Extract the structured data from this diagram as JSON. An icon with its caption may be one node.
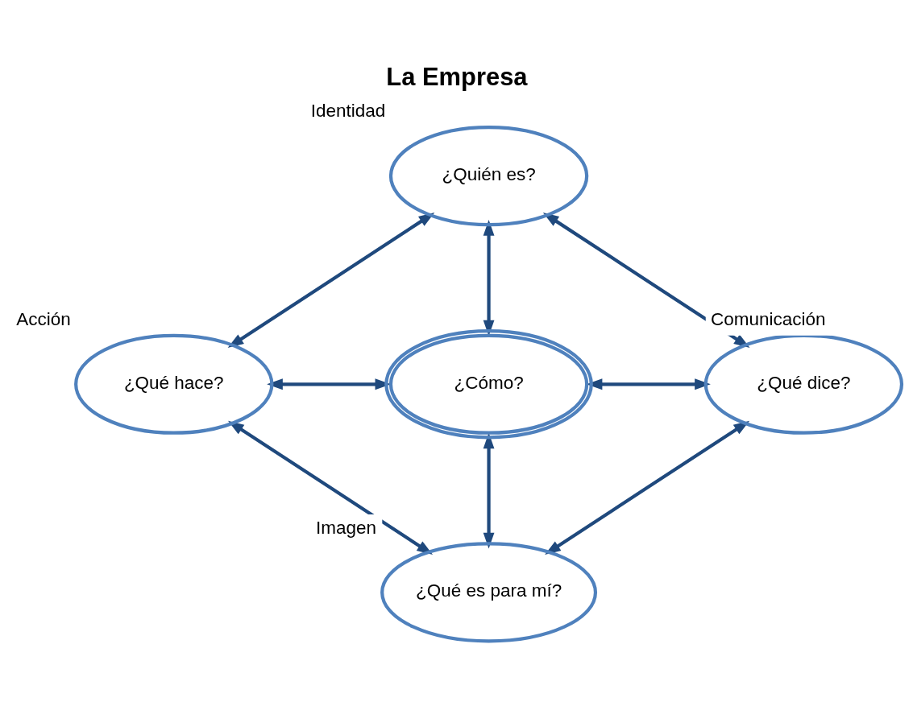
{
  "diagram": {
    "title": "La Empresa",
    "nodes": [
      {
        "text": [
          "¿Quién es?"
        ],
        "beside": [
          "Identidad"
        ]
      },
      {
        "text": [
          "¿Qué hace?"
        ],
        "beside": [
          "Acción"
        ]
      },
      {
        "text": [
          "¿Cómo?"
        ]
      },
      {
        "text": [
          "¿Qué dice?"
        ],
        "beside": [
          "Comunicación"
        ]
      },
      {
        "text": [
          "¿Qué es para mí?"
        ],
        "beside": [
          "Imagen"
        ]
      }
    ],
    "edges": [
      {
        "from": 0,
        "to": 1,
        "arrow": "both"
      },
      {
        "from": 0,
        "to": 2,
        "arrow": "both"
      },
      {
        "from": 0,
        "to": 3,
        "arrow": "both"
      },
      {
        "from": 1,
        "to": 2,
        "arrow": "both"
      },
      {
        "from": 2,
        "to": 3,
        "arrow": "both"
      },
      {
        "from": 1,
        "to": 4,
        "arrow": "both"
      },
      {
        "from": 2,
        "to": 4,
        "arrow": "both"
      },
      {
        "from": 3,
        "to": 4,
        "arrow": "both"
      }
    ]
  }
}
